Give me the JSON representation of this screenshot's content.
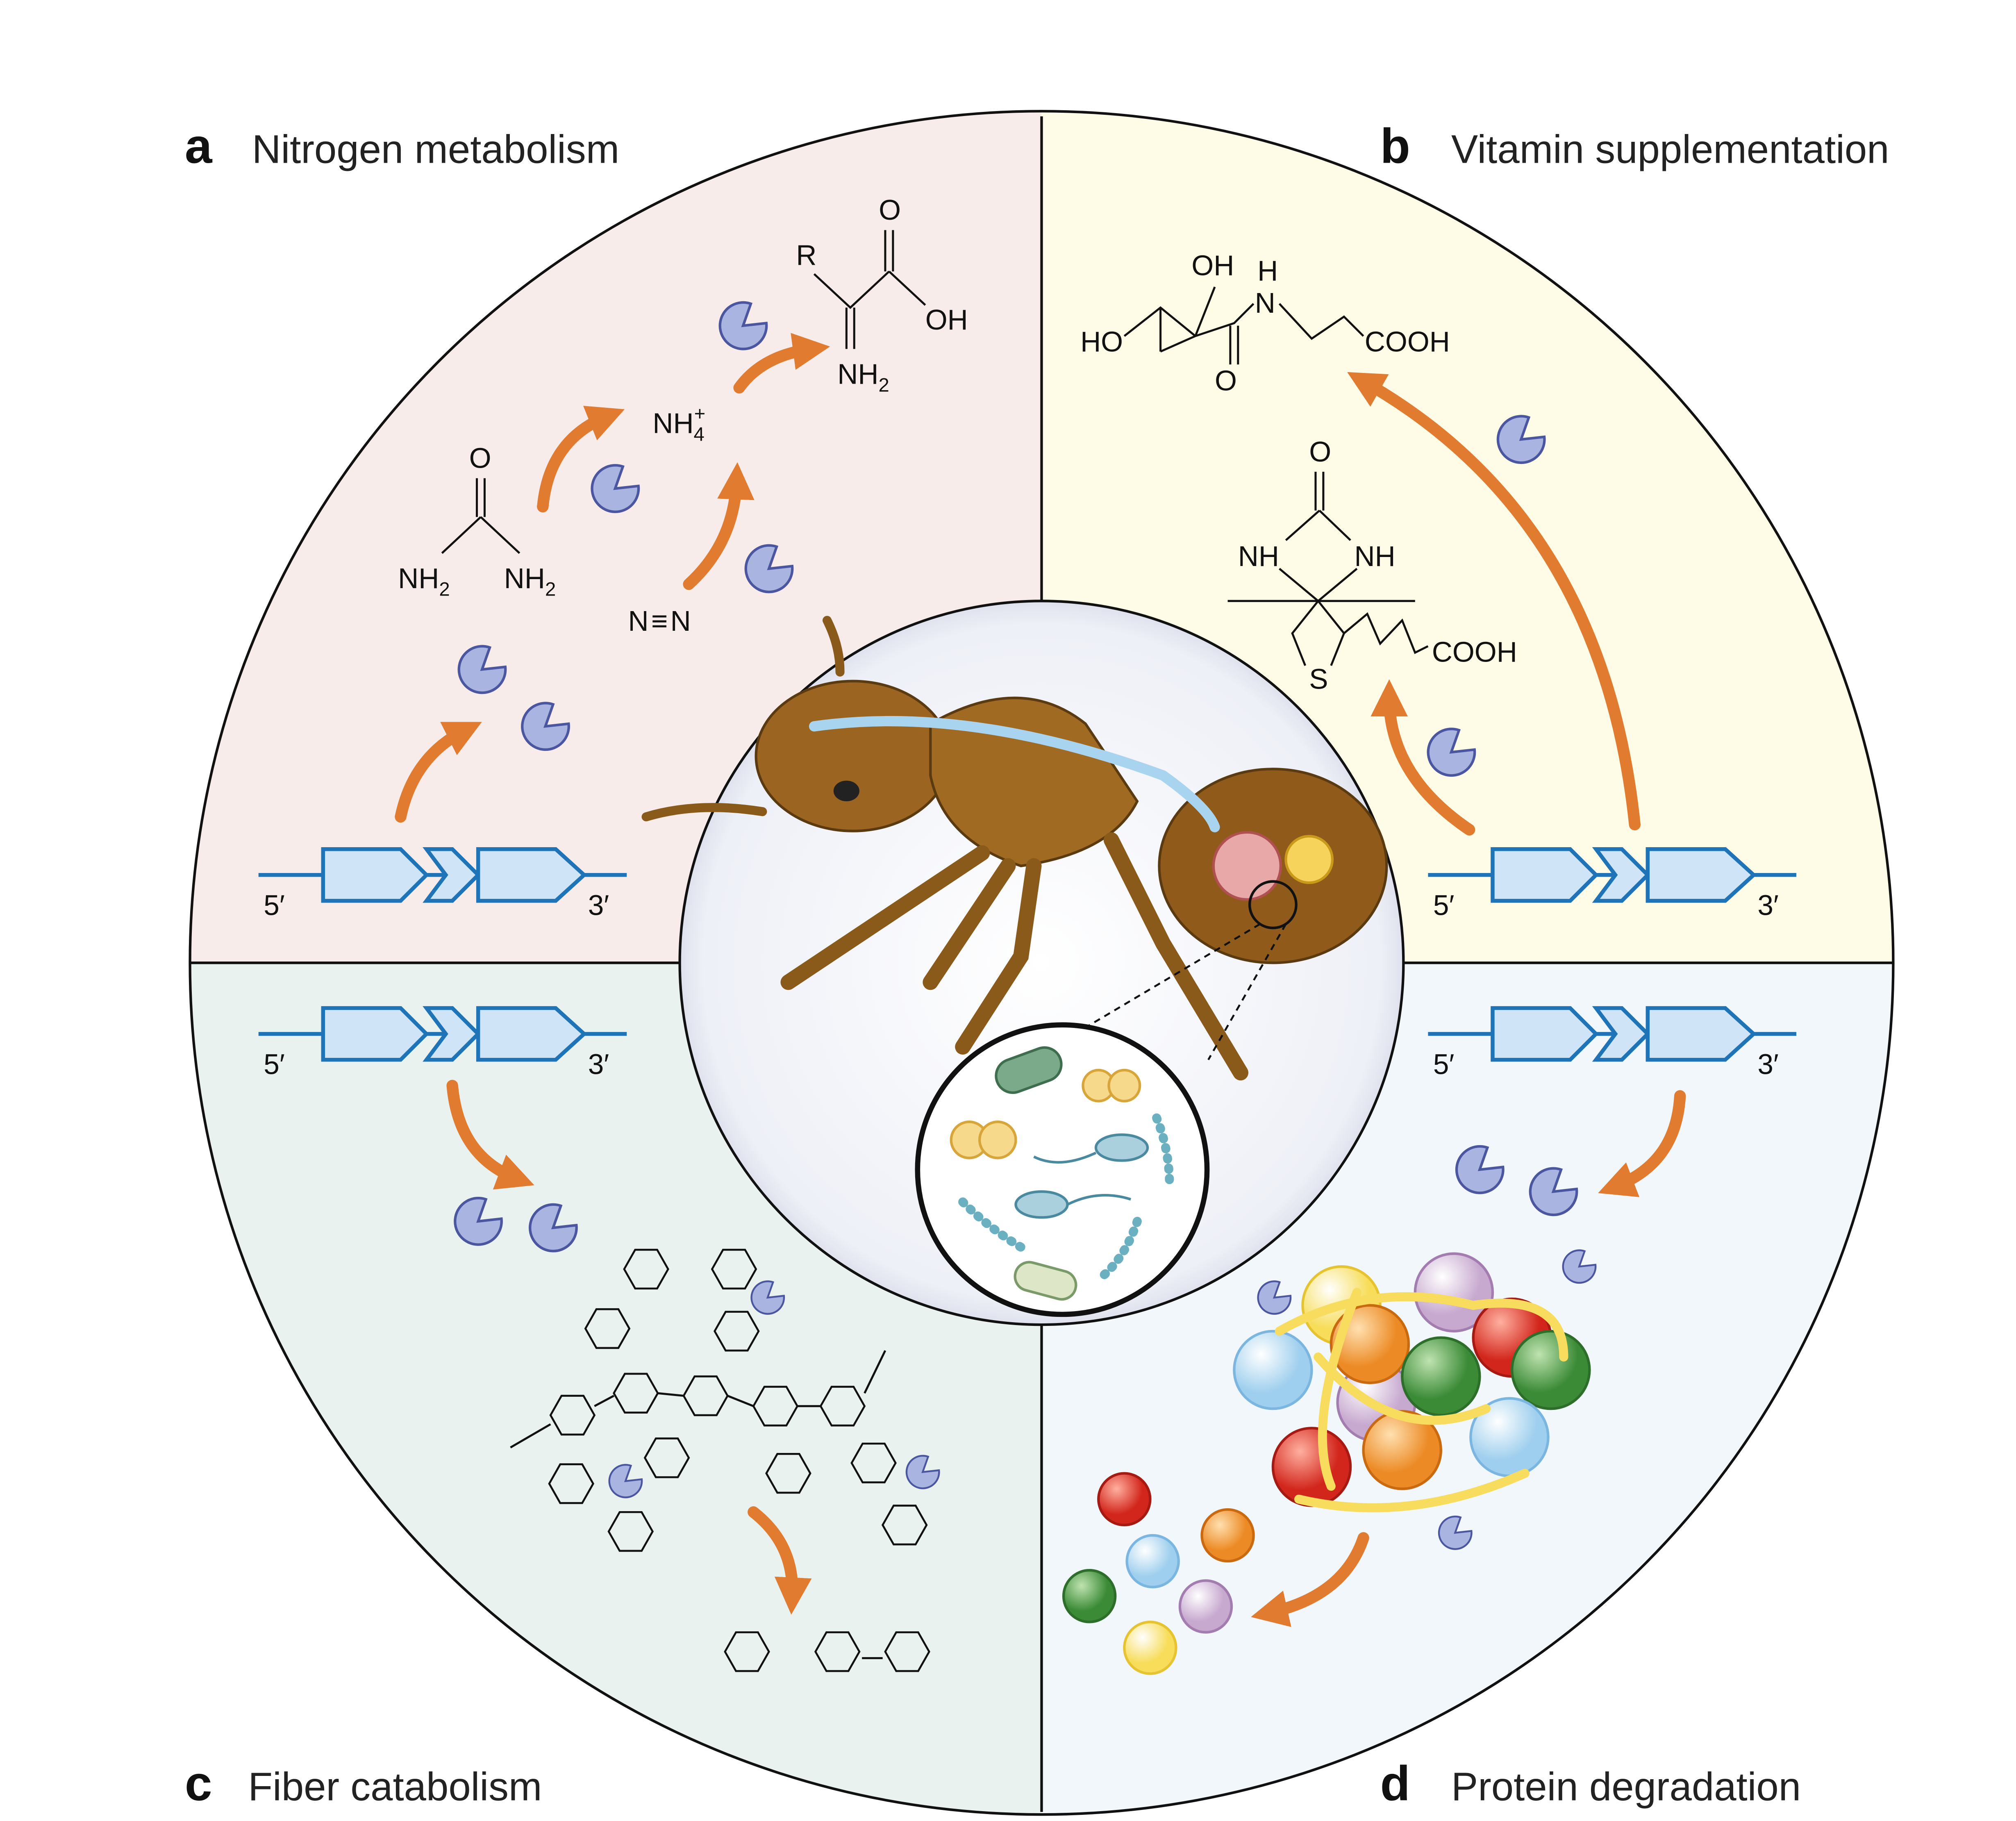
{
  "panels": {
    "a": {
      "letter": "a",
      "title": "Nitrogen metabolism"
    },
    "b": {
      "letter": "b",
      "title": "Vitamin supplementation"
    },
    "c": {
      "letter": "c",
      "title": "Fiber catabolism"
    },
    "d": {
      "letter": "d",
      "title": "Protein degradation"
    }
  },
  "gene": {
    "five": "5′",
    "three": "3′"
  },
  "chem": {
    "O": "O",
    "OH": "OH",
    "R": "R",
    "NH": "NH",
    "sub2": "2",
    "nh4_sub": "4",
    "nh4_sup": "+",
    "N": "N",
    "dinitrogen_bond": "≡",
    "HO": "HO",
    "H": "H",
    "COOH": "COOH",
    "S": "S"
  },
  "colors": {
    "nitrogen_bg": "#f8ecea",
    "vitamin_bg": "#fefbe6",
    "fiber_bg": "#eaf2f0",
    "protein_bg": "#f2f7fc",
    "arrow": "#e07b2f",
    "enzyme": "#a9b4e0",
    "gene_fill": "#cfe5f7",
    "gene_stroke": "#1f74b8"
  }
}
